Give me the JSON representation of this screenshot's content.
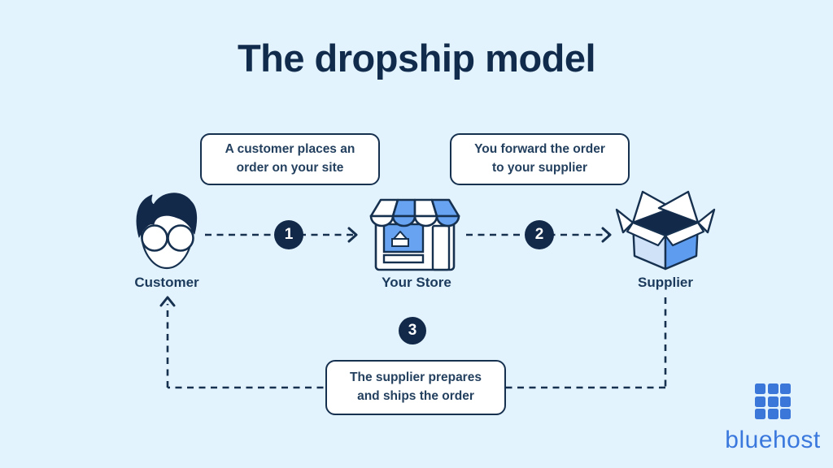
{
  "title": "The dropship model",
  "colors": {
    "background": "#e3f3fd",
    "navy": "#16304f",
    "accent_blue": "#5e9cef",
    "pale_blue": "#cfe2f8",
    "logo_blue": "#3a78dd",
    "callout_bg": "#ffffff"
  },
  "callouts": {
    "step1": {
      "line1": "A customer places an",
      "line2": "order on your site"
    },
    "step2": {
      "line1": "You forward the order",
      "line2": "to your supplier"
    },
    "step3": {
      "line1": "The supplier prepares",
      "line2": "and ships the order"
    }
  },
  "steps": [
    {
      "number": "1"
    },
    {
      "number": "2"
    },
    {
      "number": "3"
    }
  ],
  "nodes": [
    {
      "label": "Customer"
    },
    {
      "label": "Your Store"
    },
    {
      "label": "Supplier"
    }
  ],
  "logo": {
    "wordmark": "bluehost"
  }
}
